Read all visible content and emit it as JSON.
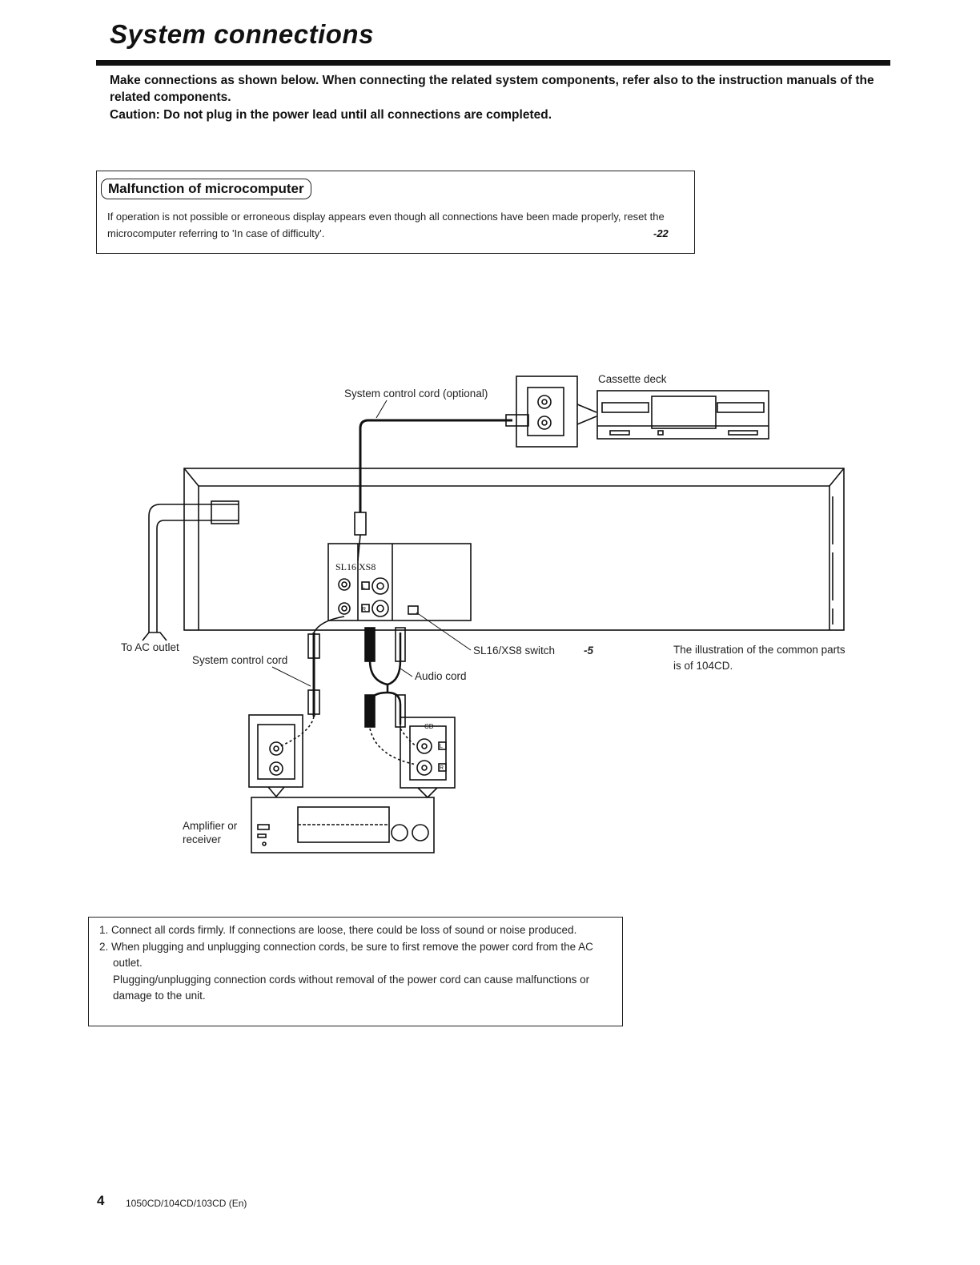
{
  "header": {
    "title": "System connections"
  },
  "intro": {
    "line1": "Make connections as shown below. When connecting the related system components, refer also to the instruction manuals of the related components.",
    "caution": "Caution: Do not plug in the power lead until all connections are completed."
  },
  "malfunction": {
    "title": "Malfunction of microcomputer",
    "text": "If operation is not possible or erroneous display appears even though all connections have been made properly, reset the microcomputer referring to 'In case of difficulty'.",
    "page_ref": "-22"
  },
  "diagram": {
    "labels": {
      "system_control_cord_optional": "System control cord (optional)",
      "cassette_deck": "Cassette deck",
      "to_ac_outlet": "To AC outlet",
      "system_control_cord": "System control cord",
      "sl16_xs8_switch": "SL16/XS8 switch",
      "switch_page_ref": "-5",
      "audio_cord": "Audio cord",
      "illustration_note": "The illustration of the common parts is of 104CD.",
      "amplifier": "Amplifier or receiver",
      "panel_model": "SL16  XS8",
      "jack_l": "L",
      "jack_r": "R",
      "cd_label": "CD"
    }
  },
  "notes": {
    "items": [
      "1. Connect all cords firmly. If connections are loose, there could be loss of sound or noise produced.",
      "2. When plugging and unplugging connection cords, be sure to first remove the power cord from the AC outlet."
    ],
    "continuation": "Plugging/unplugging connection cords without removal of the power cord can cause malfunctions or damage to the unit."
  },
  "footer": {
    "page_number": "4",
    "model": "1050CD/104CD/103CD (En)"
  }
}
